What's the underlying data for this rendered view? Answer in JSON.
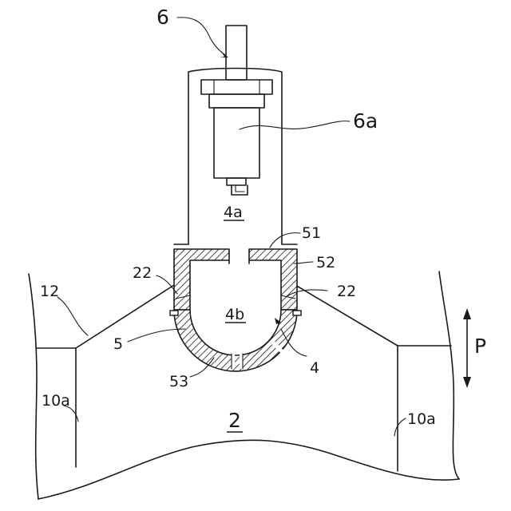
{
  "labels": {
    "rod": "6",
    "actuator": "6a",
    "chamber_upper": "4a",
    "chamber_lower": "4b",
    "main_body": "2",
    "body_edge": "12",
    "flange_top": "51",
    "wall_side": "52",
    "bottom": "53",
    "cup": "5",
    "opening_left": "22",
    "opening_right": "22",
    "valve": "4",
    "wall_left": "10a",
    "wall_right": "10a",
    "direction": "P"
  }
}
